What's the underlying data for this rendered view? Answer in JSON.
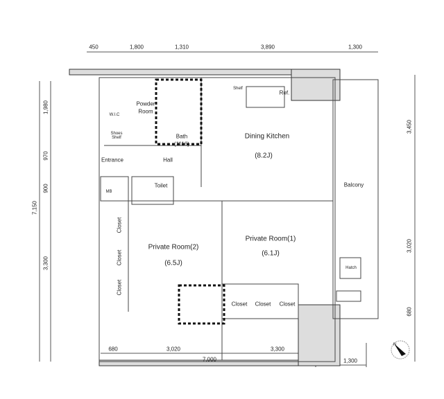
{
  "dimensions": {
    "top": [
      "450",
      "1,800",
      "1,310",
      "3,890",
      "1,300"
    ],
    "left": [
      "1,980",
      "970",
      "900",
      "7,150",
      "3,300"
    ],
    "right": [
      "3,450",
      "3,020",
      "680"
    ],
    "bottom": [
      "680",
      "3,020",
      "3,300",
      "7,000",
      "1,300"
    ]
  },
  "rooms": {
    "powder_room": "Powder",
    "powder_room2": "Room",
    "bath": "Bath",
    "bath_size": "(1116)",
    "dining_kitchen": "Dining Kitchen",
    "dining_size": "(8.2J)",
    "entrance": "Entrance",
    "hall": "Hall",
    "toilet": "Toilet",
    "mb": "MB",
    "balcony": "Balcony",
    "private_room1": "Private  Room(1)",
    "private_room1_size": "(6.1J)",
    "private_room2": "Private  Room(2)",
    "private_room2_size": "(6.5J)",
    "closet": "Closet",
    "shelf": "Shelf",
    "ref": "Ref.",
    "wic": "W.I.C",
    "shoes_shelf": "Shoes Shelf",
    "hatch": "Hatch"
  },
  "compass": {
    "label": "N"
  }
}
